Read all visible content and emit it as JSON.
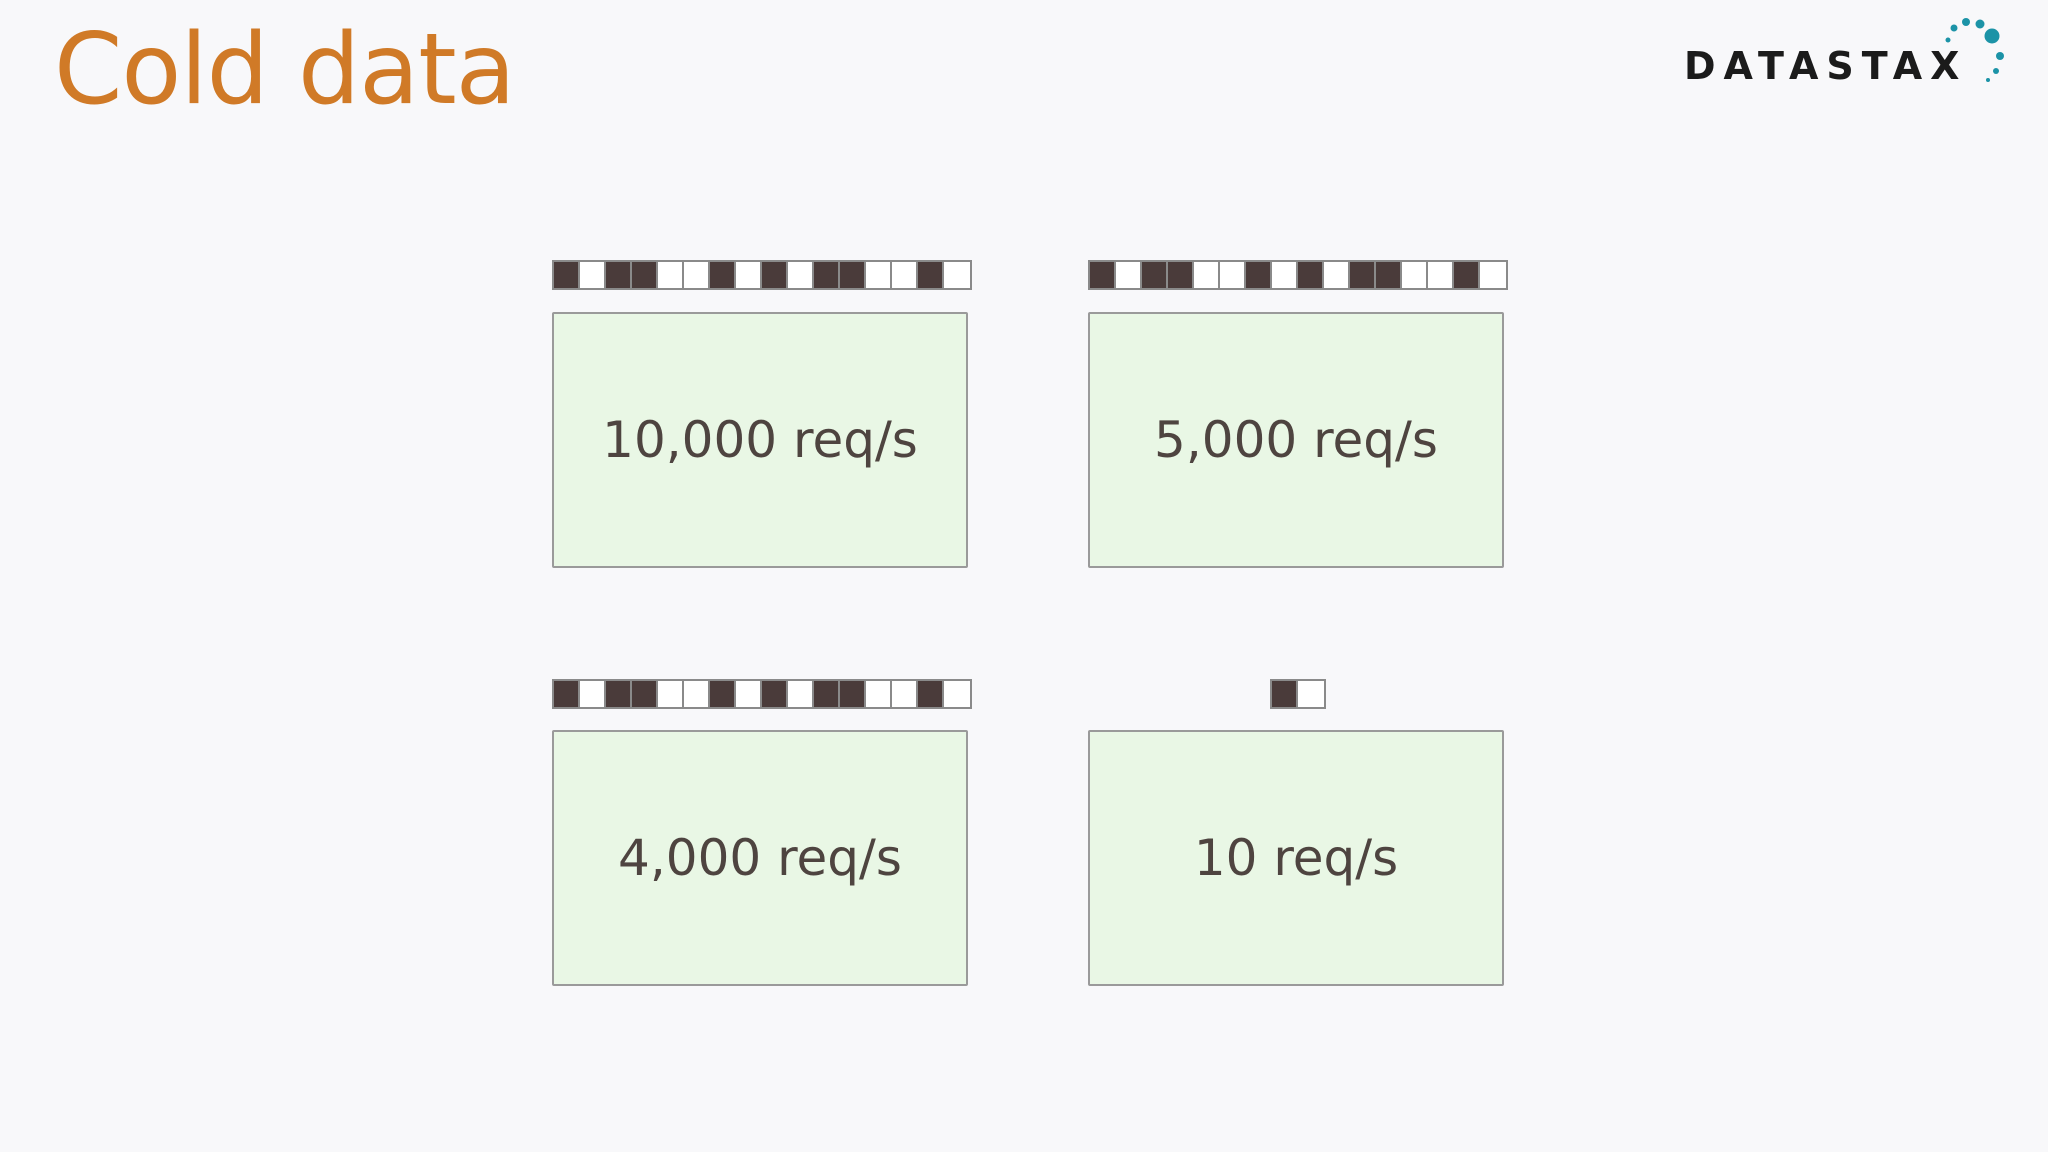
{
  "slide": {
    "title": "Cold data",
    "title_color": "#d07a27",
    "box_fill": "#e9f7e5"
  },
  "logo": {
    "text": "DATASTAX",
    "accent_color": "#1c93a7"
  },
  "panels": [
    {
      "label": "10,000 req/s",
      "bits": [
        1,
        0,
        1,
        1,
        0,
        0,
        1,
        0,
        1,
        0,
        1,
        1,
        0,
        0,
        1,
        0
      ]
    },
    {
      "label": "5,000 req/s",
      "bits": [
        1,
        0,
        1,
        1,
        0,
        0,
        1,
        0,
        1,
        0,
        1,
        1,
        0,
        0,
        1,
        0
      ]
    },
    {
      "label": "4,000 req/s",
      "bits": [
        1,
        0,
        1,
        1,
        0,
        0,
        1,
        0,
        1,
        0,
        1,
        1,
        0,
        0,
        1,
        0
      ]
    },
    {
      "label": "10 req/s",
      "bits": [
        1,
        0
      ]
    }
  ]
}
